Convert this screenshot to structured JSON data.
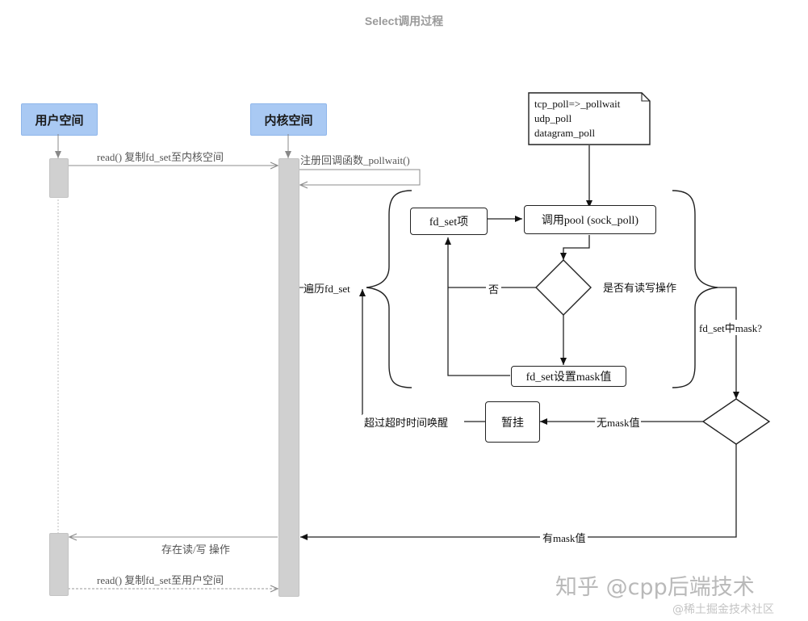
{
  "title": "Select调用过程",
  "actors": {
    "user": "用户空间",
    "kernel": "内核空间"
  },
  "messages": {
    "read_copy_to_kernel": "read() 复制fd_set至内核空间",
    "register_callback": "注册回调函数_pollwait()",
    "traverse_fdset": "遍历fd_set",
    "read_write_ready": "存在读/写 操作",
    "read_copy_to_user": "read() 复制fd_set至用户空间"
  },
  "note": {
    "lines": [
      "tcp_poll=>_pollwait",
      "udp_poll",
      "datagram_poll"
    ]
  },
  "boxes": {
    "fdset_item": "fd_set项",
    "call_pool": "调用pool (sock_poll)",
    "set_mask": "fd_set设置mask值",
    "suspend": "暂挂"
  },
  "labels": {
    "has_rw_op": "是否有读写操作",
    "no": "否",
    "mask_in_fdset": "fd_set中mask?",
    "no_mask": "无mask值",
    "has_mask": "有mask值",
    "timeout_wake": "超过超时时间唤醒"
  },
  "watermark": {
    "main": "知乎 @cpp后端技术",
    "sub": "@稀土掘金技术社区"
  }
}
